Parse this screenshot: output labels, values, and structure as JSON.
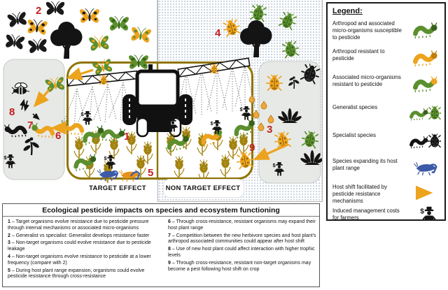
{
  "figure": {
    "zones": {
      "target_label": "TARGET EFFECT",
      "non_target_label": "NON TARGET EFFECT"
    },
    "markers": [
      "1",
      "2",
      "3",
      "4",
      "5",
      "6",
      "7",
      "8",
      "9"
    ]
  },
  "caption": {
    "title": "Ecological pesticide impacts on species and ecosystem functioning",
    "items": [
      {
        "num": "1",
        "text": "– Target organisms evolve resistance due to pesticide pressure through internal mechanisms or associated micro-organisms"
      },
      {
        "num": "2",
        "text": "– Generalist vs specialist: Generalist develops resistance faster"
      },
      {
        "num": "3",
        "text": "– Non-target organisms could evolve resistance due to pesticide leakage"
      },
      {
        "num": "4",
        "text": "– Non-target organisms evolve resistance to pesticide at a lower frequency (compare with 2)"
      },
      {
        "num": "5",
        "text": "– During host plant range expansion, organisms could evolve pesticide resistance through cross-resistance"
      },
      {
        "num": "6",
        "text": "– Through cross-resistance, resistant organisms may expand their host plant range"
      },
      {
        "num": "7",
        "text": "– Competition between the new herbivore species and host plant's arthropod associated communities could appear after host shift"
      },
      {
        "num": "8",
        "text": "– Use of new host plant could affect interaction with higher trophic levels"
      },
      {
        "num": "9",
        "text": "– Through cross-resistance, resistant non-target organisms may become a pest following host shift on crop"
      }
    ]
  },
  "legend": {
    "title": "Legend:",
    "items": [
      {
        "label": "Arthropod and associated micro-organisms susceptible to pesticide",
        "icon": "caterpillar-green-icon"
      },
      {
        "label": "Arthropod resistant to pesticide",
        "icon": "caterpillar-orange-icon"
      },
      {
        "label": "Associated micro-organisms resistant to pesticide",
        "icon": "caterpillar-green-orange-head-icon"
      },
      {
        "label": "Generalist species",
        "icon": "caterpillar-and-beetle-green-icon"
      },
      {
        "label": "Specialist species",
        "icon": "caterpillar-and-beetle-black-icon"
      },
      {
        "label": "Species expanding its host plant range",
        "icon": "grasshopper-blue-icon"
      },
      {
        "label": "Host shift facilitated by pesticide resistance mechanisms",
        "icon": "orange-arrow-icon"
      },
      {
        "label": "Induced management costs for farmers",
        "icon": "farmer-dollar-icon"
      }
    ]
  },
  "colors": {
    "green": "#5c8f2e",
    "dark_green": "#36611a",
    "orange": "#eca31d",
    "ink": "#141414",
    "blue": "#3b5aa8",
    "label_red": "#c32020",
    "field_border": "#8f7400",
    "crop": "#a3830e",
    "box_gray": "#e7e9e6",
    "dot": "#bccad6"
  }
}
